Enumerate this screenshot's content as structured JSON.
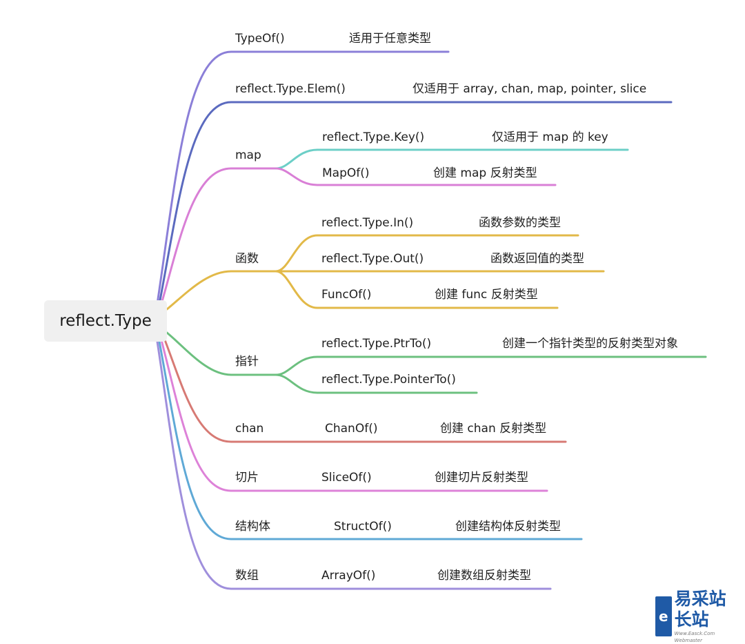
{
  "root": {
    "label": "reflect.Type"
  },
  "branches": [
    {
      "id": "typeof",
      "color": "#8b7fd8",
      "label": "TypeOf()",
      "desc": "适用于任意类型"
    },
    {
      "id": "elem",
      "color": "#5b6abf",
      "label": "reflect.Type.Elem()",
      "desc": "仅适用于 array, chan, map, pointer, slice"
    },
    {
      "id": "map",
      "color": "#d97fd6",
      "label": "map",
      "children": [
        {
          "label": "reflect.Type.Key()",
          "desc": "仅适用于 map 的 key",
          "color": "#6ccfc7"
        },
        {
          "label": "MapOf()",
          "desc": "创建 map 反射类型",
          "color": "#d97fd6"
        }
      ]
    },
    {
      "id": "func",
      "color": "#e2b948",
      "label": "函数",
      "children": [
        {
          "label": "reflect.Type.In()",
          "desc": "函数参数的类型",
          "color": "#e2b948"
        },
        {
          "label": "reflect.Type.Out()",
          "desc": "函数返回值的类型",
          "color": "#e2b948"
        },
        {
          "label": "FuncOf()",
          "desc": "创建 func 反射类型",
          "color": "#e2b948"
        }
      ]
    },
    {
      "id": "ptr",
      "color": "#6cc07f",
      "label": "指针",
      "children": [
        {
          "label": "reflect.Type.PtrTo()",
          "desc": "创建一个指针类型的反射类型对象",
          "color": "#6cc07f"
        },
        {
          "label": "reflect.Type.PointerTo()",
          "desc": "",
          "color": "#6cc07f"
        }
      ]
    },
    {
      "id": "chan",
      "color": "#d77a74",
      "label": "chan",
      "fn": "ChanOf()",
      "desc": "创建 chan 反射类型"
    },
    {
      "id": "slice",
      "color": "#dd82d8",
      "label": "切片",
      "fn": "SliceOf()",
      "desc": "创建切片反射类型"
    },
    {
      "id": "struct",
      "color": "#5fa9d6",
      "label": "结构体",
      "fn": "StructOf()",
      "desc": "创建结构体反射类型"
    },
    {
      "id": "array",
      "color": "#9f8fdc",
      "label": "数组",
      "fn": "ArrayOf()",
      "desc": "创建数组反射类型"
    }
  ],
  "watermark": {
    "logo": "e",
    "cn": "易采站长站",
    "en": "Www.Easck.Com Webmaster"
  }
}
